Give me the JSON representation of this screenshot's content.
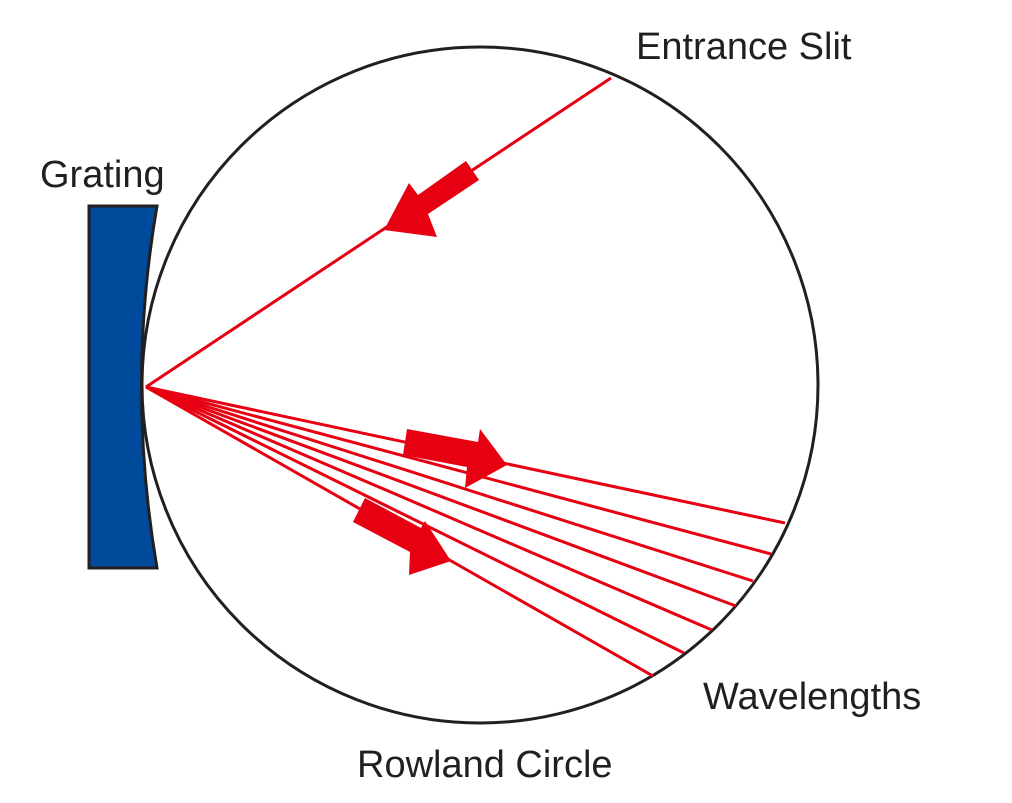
{
  "labels": {
    "grating": "Grating",
    "entrance_slit": "Entrance Slit",
    "wavelengths": "Wavelengths",
    "rowland_circle": "Rowland Circle"
  },
  "colors": {
    "grating_fill": "#004a9c",
    "grating_stroke": "#231f20",
    "ray": "#e60012",
    "circle": "#231f20",
    "text": "#231f20"
  }
}
